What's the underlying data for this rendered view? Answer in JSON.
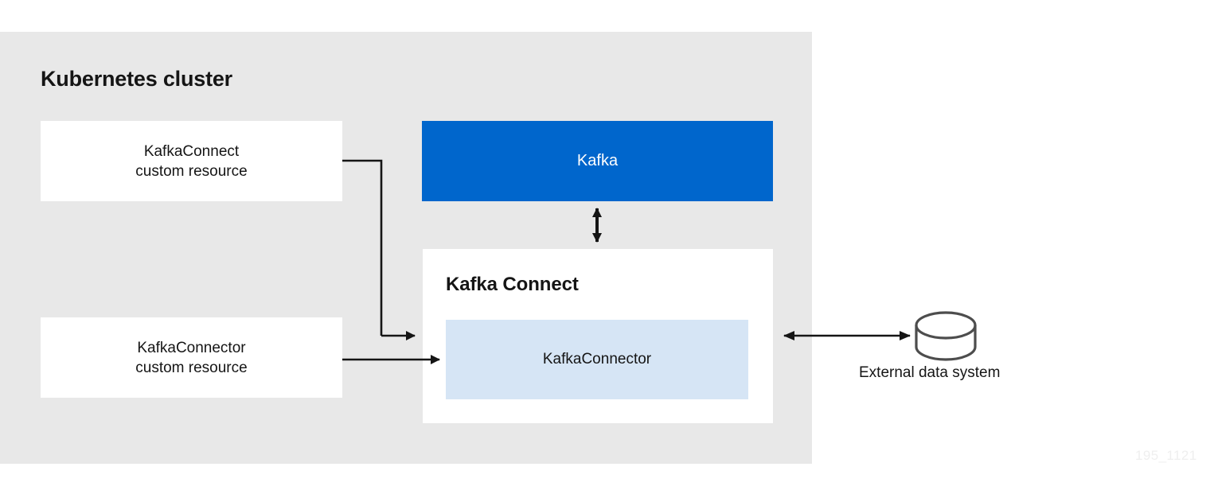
{
  "diagram": {
    "title": "Kubernetes cluster",
    "watermark": "195_1121",
    "colors": {
      "cluster_panel": "#e8e8e8",
      "kafka_box": "#0066cc",
      "connector_box": "#d6e5f5",
      "box_white": "#ffffff",
      "text": "#151515",
      "arrow": "#151515",
      "cylinder_stroke": "#4d4d4d"
    },
    "nodes": {
      "kafka_connect_cr": {
        "line1": "KafkaConnect",
        "line2": "custom resource"
      },
      "kafka_connector_cr": {
        "line1": "KafkaConnector",
        "line2": "custom resource"
      },
      "kafka": {
        "label": "Kafka"
      },
      "kafka_connect": {
        "title": "Kafka Connect",
        "inner_label": "KafkaConnector"
      },
      "external_data_system": {
        "label": "External data system",
        "icon": "database-cylinder-icon"
      }
    },
    "connections": [
      {
        "name": "kafka-connect-cr-to-kafka-connect",
        "from": "KafkaConnect custom resource",
        "to": "Kafka Connect",
        "style": "elbow",
        "arrowheads": "end"
      },
      {
        "name": "kafka-connector-cr-to-kafka-connect",
        "from": "KafkaConnector custom resource",
        "to": "Kafka Connect",
        "style": "straight",
        "arrowheads": "end"
      },
      {
        "name": "kafka-to-kafka-connect",
        "from": "Kafka",
        "to": "Kafka Connect",
        "style": "vertical",
        "arrowheads": "both"
      },
      {
        "name": "kafka-connect-to-external-data-system",
        "from": "Kafka Connect",
        "to": "External data system",
        "style": "horizontal",
        "arrowheads": "both"
      }
    ]
  }
}
